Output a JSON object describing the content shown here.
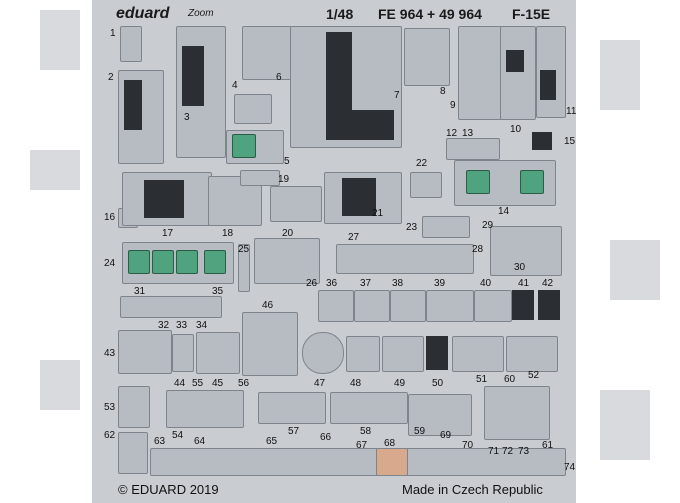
{
  "header": {
    "brand": "eduard",
    "brand_sub": "Zoom",
    "scale": "1/48",
    "codes": "FE 964 + 49 964",
    "aircraft": "F-15E"
  },
  "footer": {
    "copyright": "© EDUARD 2019",
    "origin": "Made in Czech Republic"
  },
  "part_numbers": [
    "1",
    "2",
    "3",
    "4",
    "5",
    "6",
    "7",
    "8",
    "9",
    "10",
    "11",
    "12",
    "13",
    "14",
    "15",
    "16",
    "17",
    "18",
    "19",
    "20",
    "21",
    "22",
    "23",
    "24",
    "25",
    "26",
    "27",
    "28",
    "29",
    "30",
    "31",
    "32",
    "33",
    "34",
    "35",
    "36",
    "37",
    "38",
    "39",
    "40",
    "41",
    "42",
    "43",
    "44",
    "45",
    "46",
    "47",
    "48",
    "49",
    "50",
    "51",
    "52",
    "53",
    "54",
    "55",
    "56",
    "57",
    "58",
    "59",
    "60",
    "61",
    "62",
    "63",
    "64",
    "65",
    "66",
    "67",
    "68",
    "69",
    "70",
    "71",
    "72",
    "73",
    "74"
  ],
  "colors": {
    "fret": "#c9ccd0",
    "panel": "#b7bcc2",
    "dark": "#2b2e33",
    "screen": "#4fa37e"
  }
}
